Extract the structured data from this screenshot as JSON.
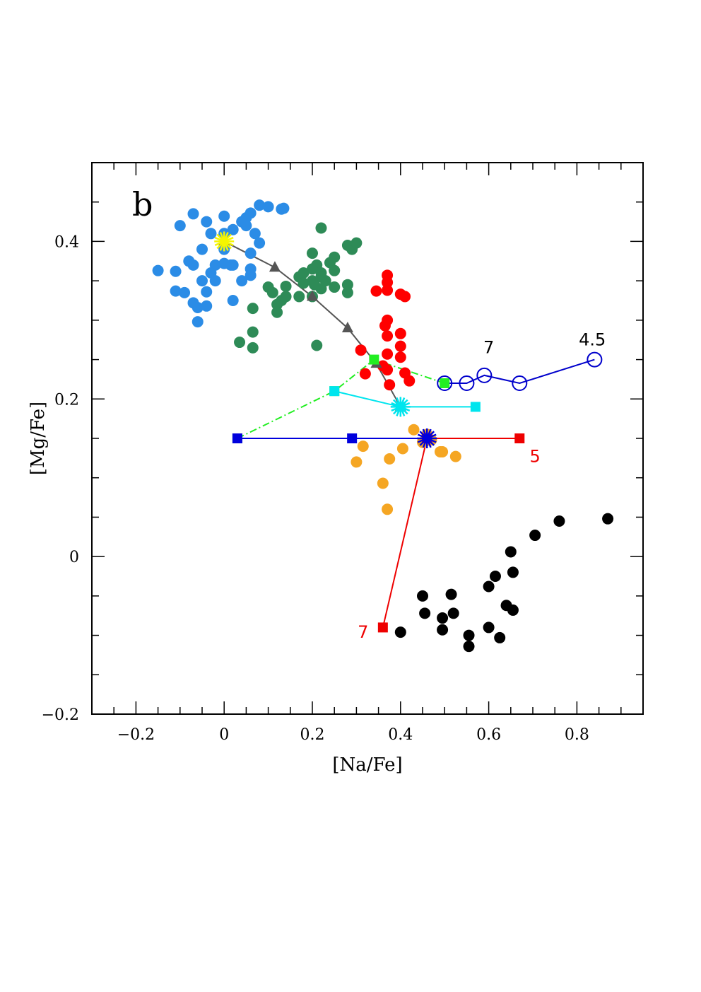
{
  "chart_data": {
    "type": "scatter",
    "panel_label": "b",
    "xlabel": "[Na/Fe]",
    "ylabel": "[Mg/Fe]",
    "xlim": [
      -0.3,
      0.95
    ],
    "ylim": [
      -0.2,
      0.5
    ],
    "xticks": [
      -0.2,
      0,
      0.2,
      0.4,
      0.6,
      0.8
    ],
    "xtick_labels": [
      "−0.2",
      "0",
      "0.2",
      "0.4",
      "0.6",
      "0.8"
    ],
    "yticks": [
      -0.2,
      0,
      0.2,
      0.4
    ],
    "ytick_labels": [
      "−0.2",
      "0",
      "0.2",
      "0.4"
    ],
    "scatter_groups": [
      {
        "color": "#2b8ce6",
        "points": [
          [
            -0.15,
            0.363
          ],
          [
            -0.11,
            0.362
          ],
          [
            -0.1,
            0.42
          ],
          [
            -0.07,
            0.435
          ],
          [
            -0.04,
            0.425
          ],
          [
            -0.03,
            0.41
          ],
          [
            0.0,
            0.432
          ],
          [
            0.02,
            0.415
          ],
          [
            0.05,
            0.43
          ],
          [
            0.06,
            0.436
          ],
          [
            0.08,
            0.446
          ],
          [
            0.1,
            0.444
          ],
          [
            0.13,
            0.441
          ],
          [
            0.135,
            0.442
          ],
          [
            0.04,
            0.425
          ],
          [
            0.05,
            0.42
          ],
          [
            0.07,
            0.41
          ],
          [
            0.08,
            0.398
          ],
          [
            0.0,
            0.39
          ],
          [
            -0.05,
            0.39
          ],
          [
            -0.08,
            0.375
          ],
          [
            -0.07,
            0.37
          ],
          [
            -0.02,
            0.37
          ],
          [
            0.0,
            0.372
          ],
          [
            0.02,
            0.37
          ],
          [
            0.06,
            0.365
          ],
          [
            0.06,
            0.357
          ],
          [
            0.04,
            0.35
          ],
          [
            -0.03,
            0.36
          ],
          [
            -0.05,
            0.35
          ],
          [
            -0.02,
            0.35
          ],
          [
            -0.09,
            0.335
          ],
          [
            -0.11,
            0.337
          ],
          [
            -0.04,
            0.336
          ],
          [
            -0.07,
            0.322
          ],
          [
            -0.06,
            0.316
          ],
          [
            -0.04,
            0.318
          ],
          [
            -0.06,
            0.298
          ],
          [
            0.02,
            0.325
          ],
          [
            0.015,
            0.37
          ],
          [
            0.06,
            0.385
          ],
          [
            0.0,
            0.41
          ]
        ]
      },
      {
        "color": "#2e8b57",
        "points": [
          [
            0.22,
            0.417
          ],
          [
            0.25,
            0.38
          ],
          [
            0.2,
            0.385
          ],
          [
            0.21,
            0.37
          ],
          [
            0.22,
            0.36
          ],
          [
            0.2,
            0.365
          ],
          [
            0.28,
            0.395
          ],
          [
            0.29,
            0.39
          ],
          [
            0.3,
            0.398
          ],
          [
            0.24,
            0.373
          ],
          [
            0.25,
            0.363
          ],
          [
            0.18,
            0.36
          ],
          [
            0.17,
            0.355
          ],
          [
            0.18,
            0.347
          ],
          [
            0.2,
            0.35
          ],
          [
            0.22,
            0.34
          ],
          [
            0.23,
            0.35
          ],
          [
            0.25,
            0.342
          ],
          [
            0.28,
            0.345
          ],
          [
            0.28,
            0.335
          ],
          [
            0.1,
            0.342
          ],
          [
            0.11,
            0.335
          ],
          [
            0.14,
            0.343
          ],
          [
            0.12,
            0.32
          ],
          [
            0.13,
            0.325
          ],
          [
            0.14,
            0.33
          ],
          [
            0.17,
            0.33
          ],
          [
            0.2,
            0.33
          ],
          [
            0.12,
            0.31
          ],
          [
            0.065,
            0.315
          ],
          [
            0.065,
            0.285
          ],
          [
            0.035,
            0.272
          ],
          [
            0.065,
            0.265
          ],
          [
            0.21,
            0.268
          ],
          [
            0.22,
            0.355
          ],
          [
            0.205,
            0.345
          ]
        ]
      },
      {
        "color": "#ff0000",
        "points": [
          [
            0.37,
            0.357
          ],
          [
            0.37,
            0.348
          ],
          [
            0.37,
            0.338
          ],
          [
            0.345,
            0.337
          ],
          [
            0.4,
            0.333
          ],
          [
            0.41,
            0.33
          ],
          [
            0.37,
            0.3
          ],
          [
            0.365,
            0.293
          ],
          [
            0.4,
            0.283
          ],
          [
            0.37,
            0.28
          ],
          [
            0.4,
            0.267
          ],
          [
            0.37,
            0.257
          ],
          [
            0.4,
            0.253
          ],
          [
            0.31,
            0.262
          ],
          [
            0.36,
            0.242
          ],
          [
            0.37,
            0.237
          ],
          [
            0.32,
            0.232
          ],
          [
            0.41,
            0.233
          ],
          [
            0.42,
            0.223
          ],
          [
            0.375,
            0.218
          ]
        ]
      },
      {
        "color": "#f5a623",
        "points": [
          [
            0.43,
            0.161
          ],
          [
            0.46,
            0.155
          ],
          [
            0.455,
            0.146
          ],
          [
            0.47,
            0.148
          ],
          [
            0.45,
            0.145
          ],
          [
            0.315,
            0.14
          ],
          [
            0.405,
            0.137
          ],
          [
            0.49,
            0.133
          ],
          [
            0.495,
            0.133
          ],
          [
            0.525,
            0.127
          ],
          [
            0.375,
            0.124
          ],
          [
            0.3,
            0.12
          ],
          [
            0.36,
            0.093
          ],
          [
            0.37,
            0.06
          ]
        ]
      },
      {
        "color": "#000000",
        "points": [
          [
            0.87,
            0.048
          ],
          [
            0.76,
            0.045
          ],
          [
            0.705,
            0.027
          ],
          [
            0.65,
            0.006
          ],
          [
            0.655,
            -0.02
          ],
          [
            0.615,
            -0.025
          ],
          [
            0.6,
            -0.038
          ],
          [
            0.515,
            -0.048
          ],
          [
            0.45,
            -0.05
          ],
          [
            0.64,
            -0.062
          ],
          [
            0.655,
            -0.068
          ],
          [
            0.455,
            -0.072
          ],
          [
            0.52,
            -0.072
          ],
          [
            0.495,
            -0.078
          ],
          [
            0.6,
            -0.09
          ],
          [
            0.495,
            -0.093
          ],
          [
            0.4,
            -0.096
          ],
          [
            0.555,
            -0.1
          ],
          [
            0.625,
            -0.103
          ],
          [
            0.555,
            -0.114
          ]
        ]
      }
    ],
    "lines": [
      {
        "color": "#555555",
        "style": "solid",
        "marker": "triangle",
        "points": [
          [
            0.0,
            0.4
          ],
          [
            0.115,
            0.367
          ],
          [
            0.2,
            0.33
          ],
          [
            0.28,
            0.29
          ],
          [
            0.345,
            0.245
          ],
          [
            0.4,
            0.19
          ]
        ]
      },
      {
        "color": "#22ee22",
        "style": "dashdot",
        "marker": "square",
        "points": [
          [
            0.03,
            0.15
          ],
          [
            0.25,
            0.21
          ],
          [
            0.34,
            0.25
          ],
          [
            0.5,
            0.22
          ]
        ]
      },
      {
        "color": "#00e5ee",
        "style": "solid",
        "marker": "square",
        "points": [
          [
            0.25,
            0.21
          ],
          [
            0.4,
            0.19
          ],
          [
            0.57,
            0.19
          ]
        ]
      },
      {
        "color": "#0000dd",
        "style": "solid",
        "marker": "square",
        "points": [
          [
            0.03,
            0.15
          ],
          [
            0.29,
            0.15
          ],
          [
            0.46,
            0.15
          ]
        ]
      },
      {
        "color": "#ee0000",
        "style": "solid",
        "marker": "square",
        "points": [
          [
            0.46,
            0.15
          ],
          [
            0.67,
            0.15
          ]
        ]
      },
      {
        "color": "#ee0000",
        "style": "solid",
        "marker": "square",
        "points": [
          [
            0.46,
            0.15
          ],
          [
            0.36,
            -0.09
          ]
        ]
      },
      {
        "color": "#0000cc",
        "style": "solid",
        "marker": "open-circle",
        "points": [
          [
            0.5,
            0.22
          ],
          [
            0.55,
            0.22
          ],
          [
            0.59,
            0.23
          ],
          [
            0.67,
            0.22
          ],
          [
            0.84,
            0.25
          ]
        ]
      }
    ],
    "star_markers": [
      {
        "x": 0.0,
        "y": 0.4,
        "color": "#f5f500"
      },
      {
        "x": 0.4,
        "y": 0.19,
        "color": "#00e5ee"
      },
      {
        "x": 0.46,
        "y": 0.15,
        "color": "#0000dd"
      }
    ],
    "annotations": [
      {
        "text": "7",
        "x": 0.6,
        "y": 0.258,
        "color": "#000000"
      },
      {
        "text": "4.5",
        "x": 0.835,
        "y": 0.268,
        "color": "#000000"
      },
      {
        "text": "5",
        "x": 0.705,
        "y": 0.12,
        "color": "#ee0000"
      },
      {
        "text": "7",
        "x": 0.315,
        "y": -0.103,
        "color": "#ee0000"
      }
    ]
  }
}
